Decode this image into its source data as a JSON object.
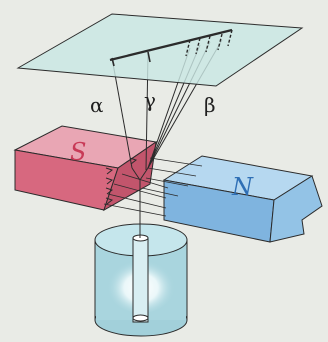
{
  "labels": {
    "alpha": "α",
    "gamma": "γ",
    "beta": "β"
  },
  "magnets": {
    "south": "S",
    "north": "N"
  },
  "colors": {
    "background": "#e9ebe6",
    "screen": "#c9e6e3",
    "south_top": "#e9a6b4",
    "south_front": "#d7687f",
    "north_top": "#b6d8f0",
    "north_front": "#7fb4df",
    "container": "#a9d5de",
    "rays": "#2b2b2b"
  }
}
